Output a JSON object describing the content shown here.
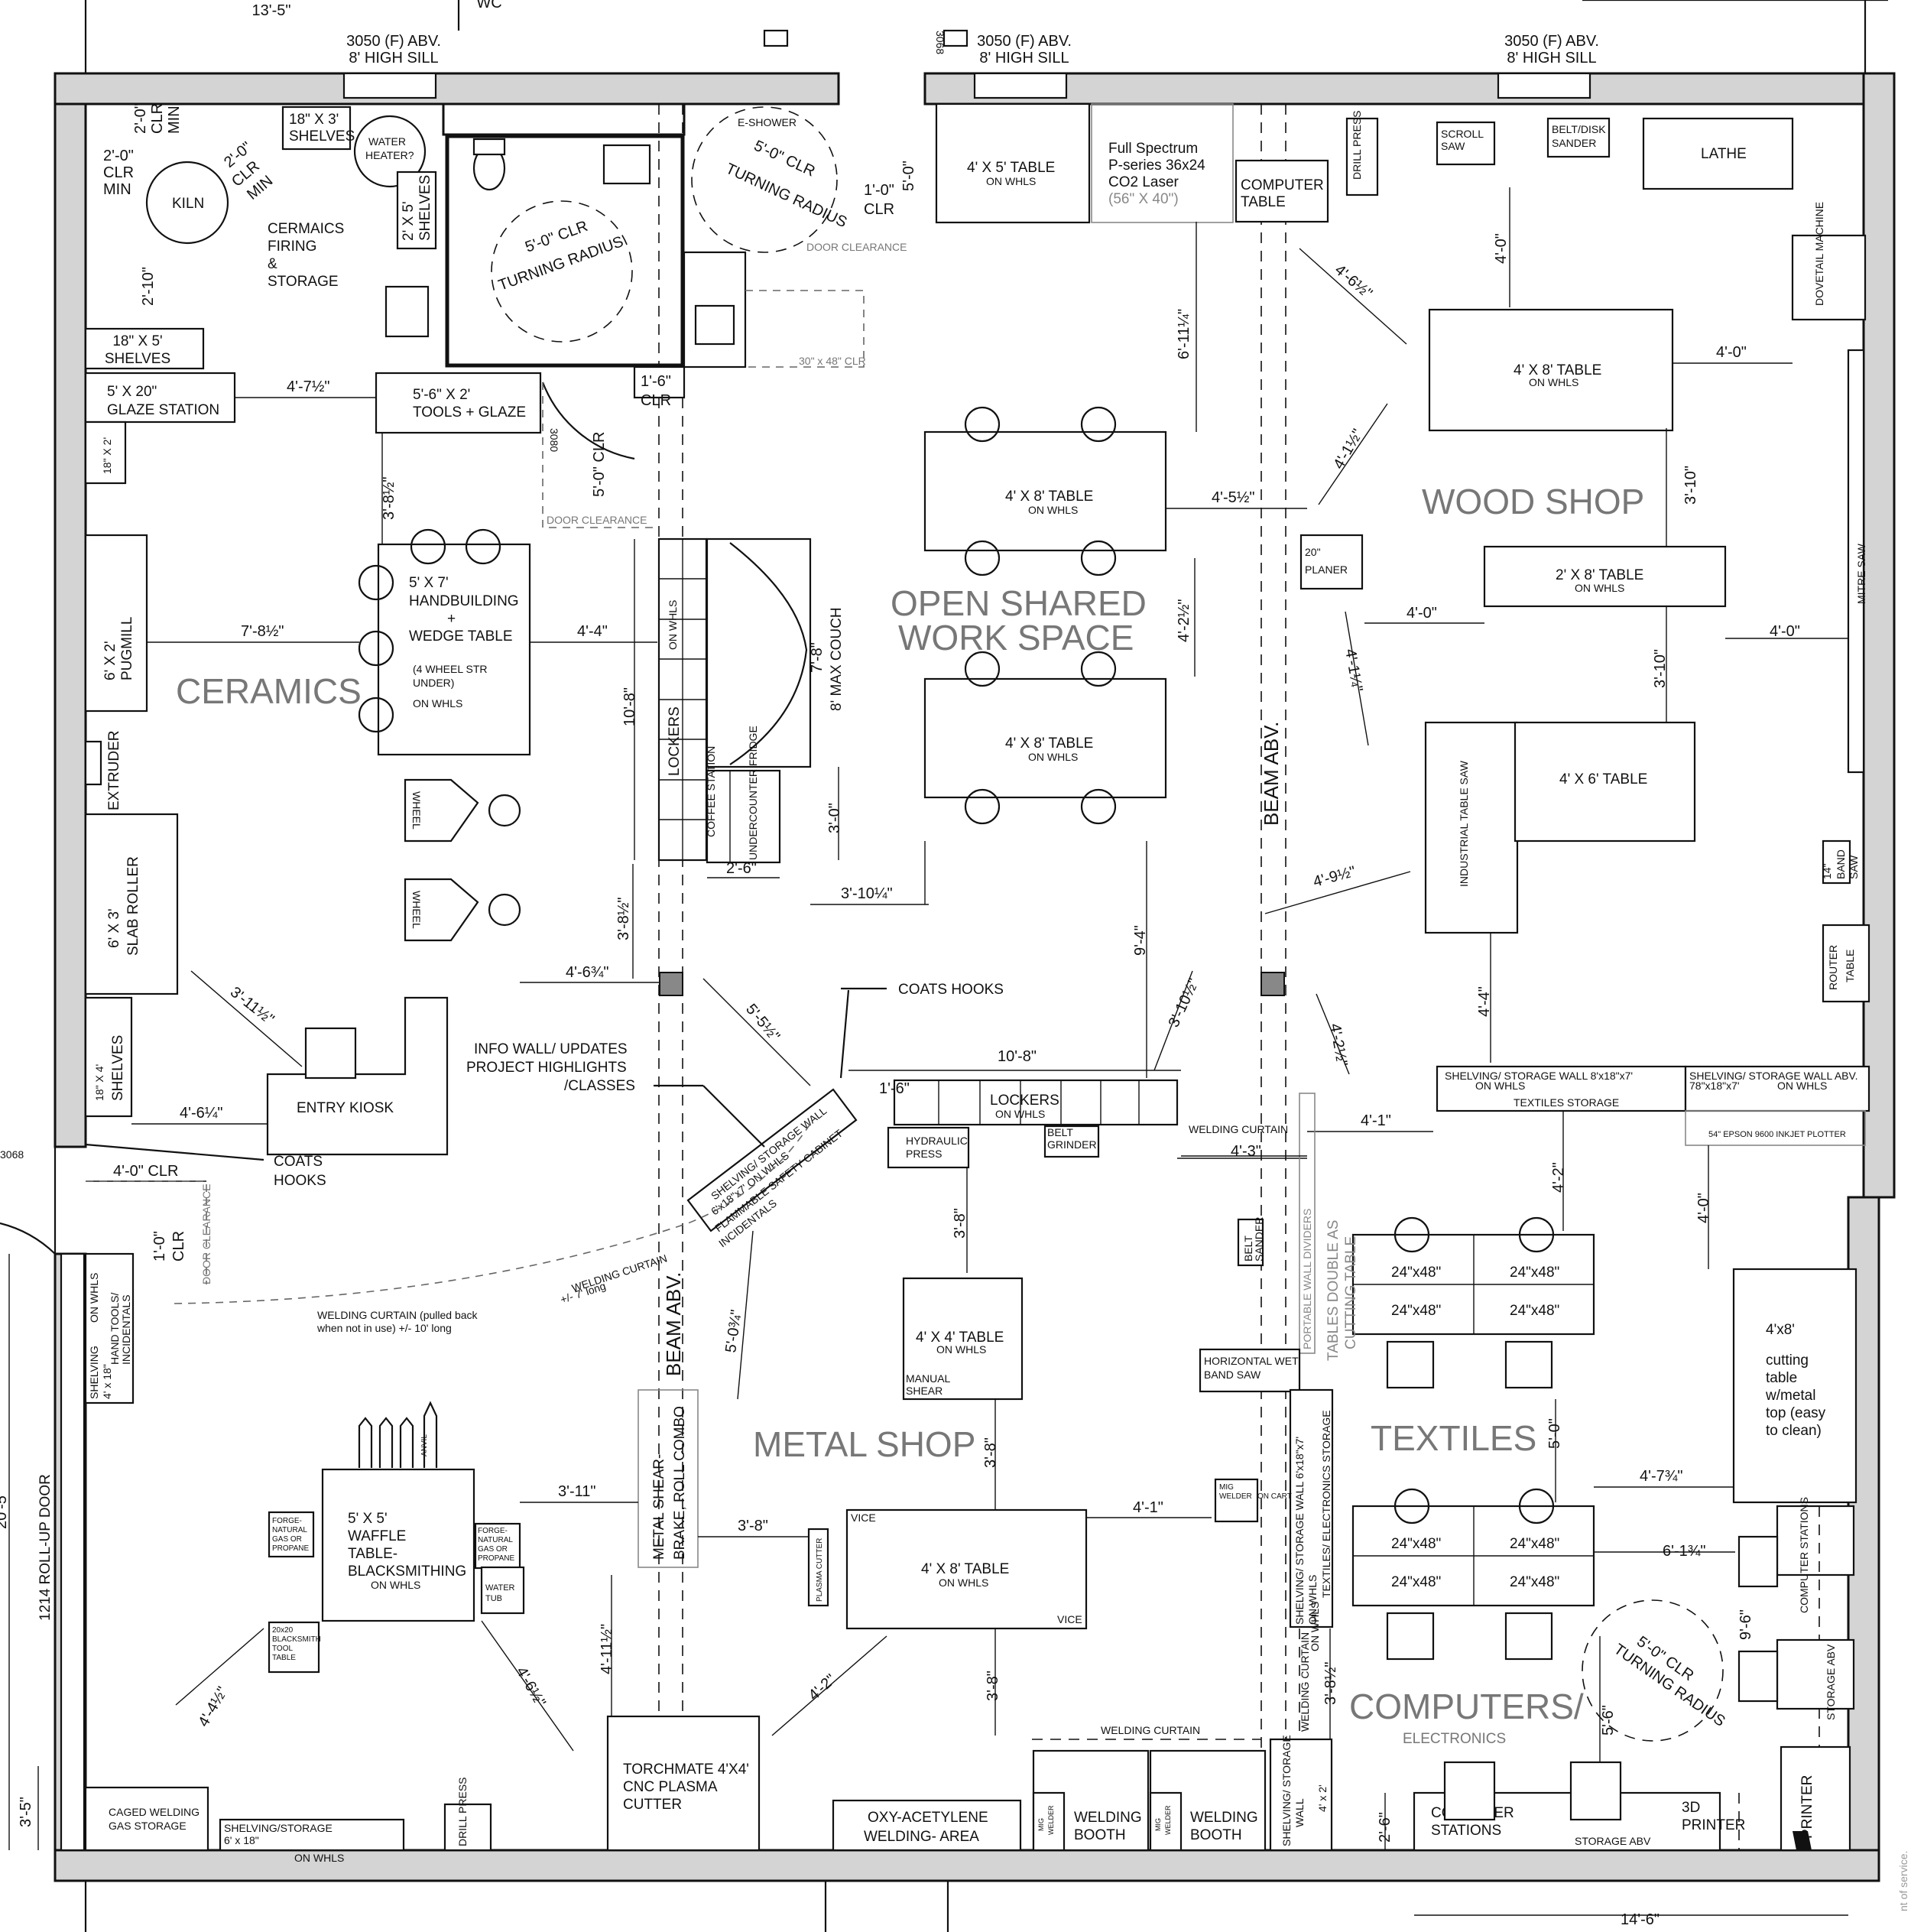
{
  "title_marks": [
    "13'-5\"",
    "WC",
    "3068"
  ],
  "top": {
    "window_left": "3050 (F) ABV.",
    "window_left_sill": "8' HIGH SILL",
    "window_mid": "3050 (F) ABV.",
    "window_mid_sill": "8' HIGH SILL",
    "window_right": "3050 (F) ABV.",
    "window_right_sill": "8' HIGH SILL"
  },
  "areas": {
    "ceramics": "CERAMICS",
    "open1": "OPEN SHARED",
    "open2": "WORK SPACE",
    "wood": "WOOD SHOP",
    "metal": "METAL SHOP",
    "textiles": "TEXTILES",
    "computers": "COMPUTERS/",
    "electronics": "ELECTRONICS"
  },
  "ceramics": {
    "kiln": "KILN",
    "clr1": "2'-0\"",
    "clr1b": "CLR",
    "clr1c": "MIN",
    "clr2": "2'-0\"",
    "clr2b": "CLR",
    "clr2c": "MIN",
    "clr3": "2'-0\"",
    "clr3b": "CLR",
    "clr3c": "MIN",
    "shelves1": "18\" X 3'",
    "shelves1b": "SHELVES",
    "water": "WATER",
    "heater": "HEATER?",
    "firing1": "CERMAICS",
    "firing2": "FIRING",
    "firing3": "&",
    "firing4": "STORAGE",
    "d210": "2'-10\"",
    "shelves2": "18\" X 5'",
    "shelves2b": "SHELVES",
    "glaze1": "5' X 20\"",
    "glaze2": "GLAZE STATION",
    "d47": "4'-7½\"",
    "tools1": "5'-6\" X 2'",
    "tools2": "TOOLS + GLAZE",
    "sh18": "18\" X 2'",
    "d38": "3'-8½\"",
    "hb1": "5' X 7'",
    "hb2": "HANDBUILDING",
    "hb3": "+",
    "hb4": "WEDGE TABLE",
    "hb5": "(4 WHEEL STR",
    "hb6": "UNDER)",
    "hb7": "ON WHLS",
    "pug1": "6' X 2'",
    "pug2": "PUGMILL",
    "d78": "7'-8½\"",
    "d44": "4'-4\"",
    "extruder": "EXTRUDER",
    "wheel1": "WHEEL",
    "wheel2": "WHEEL",
    "slab1": "6' X 3'",
    "slab2": "SLAB ROLLER",
    "shv18": "18\" X 4'",
    "shvb": "SHELVES",
    "d311": "3'-11½\"",
    "kiosk": "ENTRY KIOSK",
    "d46": "4'-6¼\"",
    "d463": "4'-6¾\"",
    "d38b": "3'-8½\"",
    "coats1": "COATS",
    "coats2": "HOOKS",
    "d40clr": "4'-0\" CLR",
    "door3068": "3068",
    "d10clr": "1'-0\"",
    "d10clrb": "CLR",
    "doorclr": "DOOR CLEARANCE"
  },
  "bath": {
    "clr1": "5'-0\" CLR",
    "clr2": "TURNING RADIUS",
    "shelves": "2' X 5'",
    "shelvesb": "SHELVES",
    "eshower": "E-SHOWER",
    "clr3": "5'-0\" CLR",
    "clr4": "TURNING RADIUS",
    "d10": "1'-0\"",
    "d10b": "CLR",
    "d50": "5'-0\"",
    "doorclr": "DOOR CLEARANCE",
    "d16": "1'-6\"",
    "d16b": "CLR",
    "d50clr": "5'-0\" CLR",
    "door3080": "3080",
    "doorclr2": "DOOR CLEARANCE",
    "clr30x48": "30\" x 48\" CLR",
    "door3068": "3068"
  },
  "open": {
    "t45a": "4' X 5' TABLE",
    "t45b": "ON WHLS",
    "laser1": "Full Spectrum",
    "laser2": "P-series 36x24",
    "laser3": "CO2 Laser",
    "laser4": "(56\" X 40\")",
    "comp1": "COMPUTER",
    "comp2": "TABLE",
    "d611": "6'-11¼\"",
    "t48a": "4' X 8' TABLE",
    "t48b": "ON WHLS",
    "d45": "4'-5½\"",
    "d42": "4'-2½\"",
    "t48c": "4' X 8' TABLE",
    "t48d": "ON WHLS",
    "couch": "8' MAX COUCH",
    "d78": "7'-8\"",
    "d108": "10'-8\"",
    "lockers": "LOCKERS",
    "onwhls": "ON WHLS",
    "coffee": "COFFEE STATION",
    "fridge": "UNDERCOUNTER FRIDGE",
    "d30": "3'-0\"",
    "d26": "2'-6\"",
    "d310": "3'-10¼\"",
    "d94": "9'-4\"",
    "d310b": "3'-10½\"",
    "beam": "BEAM ABV.",
    "beam2": "BEAM ABV.",
    "coats": "COATS HOOKS",
    "info1": "INFO WALL/ UPDATES",
    "info2": "PROJECT HIGHLIGHTS",
    "info3": "/CLASSES",
    "d55": "5'-5½\"",
    "d108b": "10'-8\"",
    "d16": "1'-6\"",
    "lockers2": "LOCKERS",
    "lockers2b": "ON WHLS",
    "shelving1": "SHELVING/ STORAGE WALL",
    "shelving2": "6'x18\"x7'   ON WHLS",
    "shelving3": "FLAMMABLE SAFETY CABINET",
    "shelving4": "INCIDENTALS",
    "d42b": "4'-2½\""
  },
  "wood": {
    "drill": "DRILL PRESS",
    "scroll1": "SCROLL",
    "scroll2": "SAW",
    "belt1": "BELT/DISK",
    "belt2": "SANDER",
    "lathe": "LATHE",
    "dovetail": "DOVETAIL MACHINE",
    "d40": "4'-0\"",
    "d46": "4'-6½\"",
    "t48a": "4' X 8' TABLE",
    "t48b": "ON WHLS",
    "d40b": "4'-0\"",
    "d41": "4'-1½\"",
    "d310": "3'-10\"",
    "planer1": "20\"",
    "planer2": "PLANER",
    "t28a": "2' X 8'  TABLE",
    "t28b": "ON WHLS",
    "mitre": "MITRE SAW",
    "d40c": "4'-0\"",
    "d40d": "4'-0\"",
    "d41b": "4'-1¼\"",
    "d310b": "3'-10\"",
    "tablesaw": "INDUSTRIAL TABLE SAW",
    "t46": "4' X 6' TABLE",
    "d49": "4'-9½\"",
    "band1": "14\"",
    "band2": "BAND",
    "band3": "SAW",
    "router1": "ROUTER",
    "router2": "TABLE",
    "d44": "4'-4\""
  },
  "metal": {
    "hydraulic1": "HYDRAULIC",
    "hydraulic2": "PRESS",
    "belt1": "BELT",
    "belt2": "GRINDER",
    "curtain": "WELDING CURTAIN",
    "d43": "4'-3\"",
    "d41": "4'-1\"",
    "d38": "3'-8\"",
    "curtain2": "WELDING CURTAIN",
    "curtain2b": "+/- 7' long",
    "curtain3": "WELDING CURTAIN (pulled back",
    "curtain3b": "when not in use)  +/- 10' long",
    "d50": "5'-0¾\"",
    "t44a": "4' X 4' TABLE",
    "t44b": "ON WHLS",
    "manual1": "MANUAL",
    "manual2": "SHEAR",
    "shear": "METAL SHEAR-",
    "brake": "BRAKE, ROLL COMBO",
    "d38b": "3'-8\"",
    "waffle1": "5' X 5'",
    "waffle2": "WAFFLE",
    "waffle3": "TABLE-",
    "waffle4": "BLACKSMITHING",
    "waffle5": "ON WHLS",
    "forge1": "FORGE-",
    "forge2": "NATURAL",
    "forge3": "GAS OR",
    "forge4": "PROPANE",
    "water1": "WATER",
    "water2": "TUB",
    "tool1": "20x20",
    "tool2": "BLACKSMITH",
    "tool3": "TOOL",
    "tool4": "TABLE",
    "anvil": "ANVIL",
    "d311": "3'-11\"",
    "d38c": "3'-8\"",
    "vice1": "VICE",
    "vice2": "VICE",
    "t48a": "4' X 8' TABLE",
    "t48b": "ON WHLS",
    "d41b": "4'-1\"",
    "mig1": "MIG",
    "mig2": "WELDER",
    "mig3": "ON CART",
    "plasma": "PLASMA CUTTER",
    "d411": "4'-11½\"",
    "d46": "4'-6½\"",
    "d44": "4'-4½\"",
    "d42": "4'-2\"",
    "d38d": "3'-8\"",
    "torch1": "TORCHMATE 4'X4'",
    "torch2": "CNC PLASMA",
    "torch3": "CUTTER",
    "oxy1": "OXY-ACETYLENE",
    "oxy2": "WELDING- AREA",
    "booth1a": "WELDING",
    "booth1b": "BOOTH",
    "booth2a": "WELDING",
    "booth2b": "BOOTH",
    "curtain4": "WELDING CURTAIN",
    "caged1": "CAGED WELDING",
    "caged2": "GAS STORAGE",
    "shelf1": "SHELVING/STORAGE",
    "shelf2": "6' x 18\"",
    "shelf3": "ON WHLS",
    "drill": "DRILL PRESS",
    "shelving1": "SHELVING",
    "shelving2": "4' x 18\"",
    "shelving3": "ON WHLS",
    "shelving4": "HAND TOOLS/",
    "shelving5": "INCIDENTALS",
    "rollup": "1214 ROLL-UP DOOR",
    "d35": "3'-5\"",
    "d205": "20'-5\"",
    "sander1": "BELT",
    "sander2": "SANDER",
    "horiz1": "HORIZONTAL WET",
    "horiz2": "BAND SAW"
  },
  "textiles": {
    "shelf1": "SHELVING/ STORAGE WALL  8'x18\"x7'",
    "shelf1b": "ON WHLS",
    "shelf1c": "TEXTILES STORAGE",
    "shelf2": "SHELVING/ STORAGE WALL ABV.",
    "shelf2b": "78\"x18\"x7'",
    "shelf2c": "ON WHLS",
    "plotter": "54\" EPSON 9600 INKJET PLOTTER",
    "curtain": "WELDING CURTAIN",
    "d41": "4'-1\"",
    "d42": "4'-2\"",
    "d40": "4'-0\"",
    "table": "24\"x48\"",
    "portable": "PORTABLE WALL DIVIDERS",
    "double1": "TABLES DOUBLE AS",
    "double2": "CUTTING TABLE",
    "cut1": "4'x8'",
    "cut2": "cutting",
    "cut3": "table",
    "cut4": "w/metal",
    "cut5": "top (easy",
    "cut6": "to clean)",
    "d50": "5'-0\"",
    "d47": "4'-7¾\"",
    "d61": "6'-1¾\"",
    "storage1": "SHELVING/ STORAGE WALL  6'x18\"x7'",
    "storage2": "ON WHLS",
    "storage3": "TEXTILES/ ELECTRONICS STORAGE"
  },
  "computers": {
    "clr1": "5'-0\" CLR",
    "clr2": "TURNING RADIUS",
    "d96": "9'-6\"",
    "stations": "COMPUTER STATIONS",
    "storage": "STORAGE ABV",
    "printer": "PRINTER",
    "d56": "5'-6\"",
    "d38": "3'-8½\"",
    "stations2a": "COMPUTER",
    "stations2b": "STATIONS",
    "storage2": "STORAGE ABV",
    "printer3d1": "3D",
    "printer3d2": "PRINTER",
    "d26": "2'-6\"",
    "d146": "14'-6\"",
    "shelving1": "SHELVING/ STORAGE",
    "shelving2": "WALL",
    "shelving3": "4' x 2'",
    "curtain": "WELDING CURTAIN",
    "curtain2": "ON WHLS",
    "terms": "nt of service."
  }
}
